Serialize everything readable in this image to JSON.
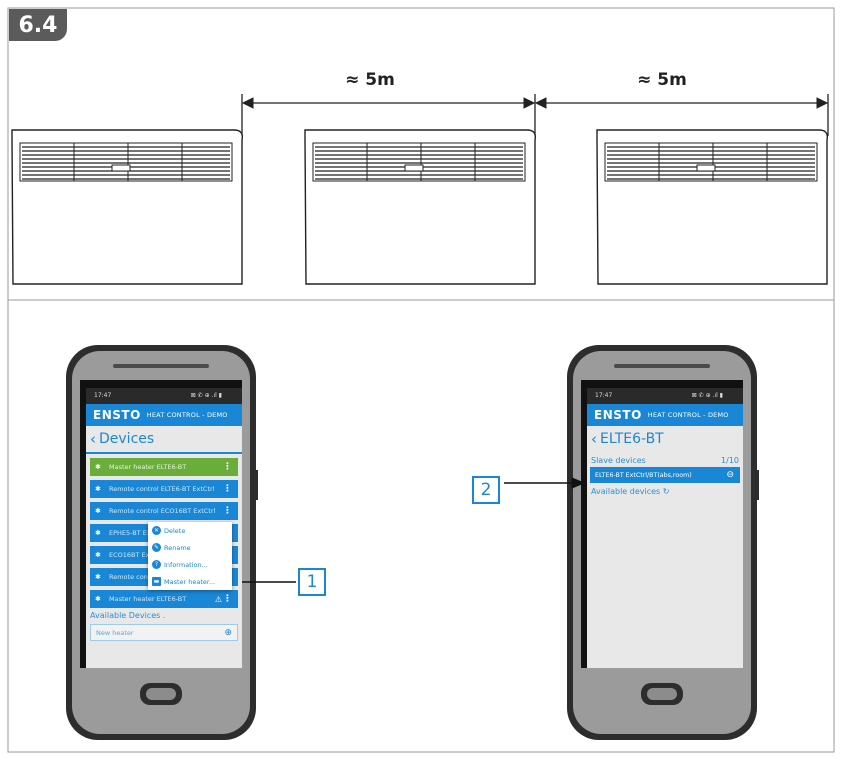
{
  "section_number": "6.4",
  "distances": [
    "≈ 5m",
    "≈ 5m"
  ],
  "colors": {
    "brand_blue": "#1a87d6",
    "master_green": "#6aad3b",
    "badge_gray": "#5b5b5b"
  },
  "phone_left": {
    "status_time": "17:47",
    "status_icons_right": "⊠ ✆ ⊕ .ıl ▮",
    "brand": "ENSTO",
    "app_title": "HEAT CONTROL - DEMO",
    "page_title": "Devices",
    "devices": [
      {
        "label": "Master heater ELTE6-BT",
        "icon": "bluetooth-icon",
        "kind": "master"
      },
      {
        "label": "Remote control ELTE6-BT ExtCtrl",
        "icon": "bluetooth-icon",
        "kind": "normal"
      },
      {
        "label": "Remote control ECO16BT ExtCtrl",
        "icon": "bluetooth-icon",
        "kind": "normal"
      },
      {
        "label": "EPHE5-BT ExtC",
        "icon": "bluetooth-icon",
        "kind": "normal"
      },
      {
        "label": "ECO16BT Ext",
        "icon": "bluetooth-icon",
        "kind": "normal"
      },
      {
        "label": "Remote control ECO16BT Ext",
        "icon": "bluetooth-icon",
        "kind": "warning"
      },
      {
        "label": "Master heater ELTE6-BT",
        "icon": "bluetooth-icon",
        "kind": "warning"
      }
    ],
    "available_label": "Available Devices",
    "new_heater": "New heater",
    "context_menu": [
      {
        "label": "Delete",
        "icon": "delete-icon",
        "glyph": "✕"
      },
      {
        "label": "Rename",
        "icon": "pencil-icon",
        "glyph": "✎"
      },
      {
        "label": "Information...",
        "icon": "info-icon",
        "glyph": "?"
      },
      {
        "label": "Master heater...",
        "icon": "heater-icon",
        "glyph": "▬"
      }
    ]
  },
  "phone_right": {
    "status_time": "17:47",
    "status_icons_right": "⊠ ✆ ⊕ .ıl ▮",
    "brand": "ENSTO",
    "app_title": "HEAT CONTROL - DEMO",
    "page_title": "ELTE6-BT",
    "slave_label": "Slave devices",
    "slave_count": "1/10",
    "slave_devices": [
      "ELTE6-BT ExtCtrl/BT(abs,room)"
    ],
    "available_label": "Available devices"
  },
  "callouts": [
    "1",
    "2"
  ]
}
